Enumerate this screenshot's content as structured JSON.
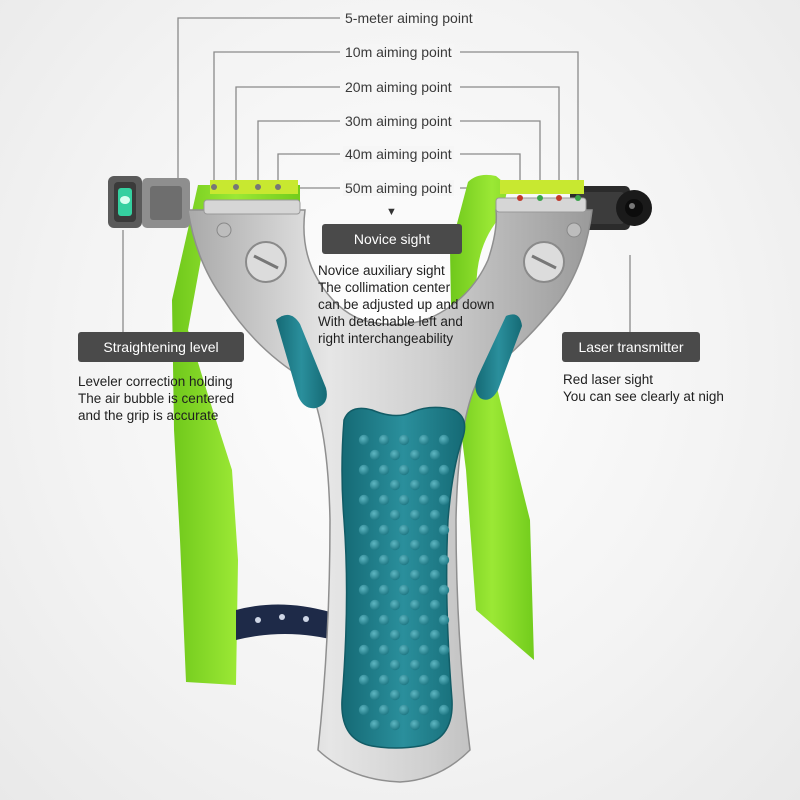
{
  "aiming_labels": [
    "5-meter aiming point",
    "10m aiming point",
    "20m aiming point",
    "30m aiming point",
    "40m aiming point",
    "50m aiming point"
  ],
  "callouts": {
    "novice": {
      "title": "Novice sight",
      "text": "Novice auxiliary sight\nThe collimation center\ncan be adjusted up and down\nWith detachable left and\nright interchangeability"
    },
    "level": {
      "title": "Straightening level",
      "text": "Leveler correction holding\nThe air bubble is centered\nand the grip is accurate"
    },
    "laser": {
      "title": "Laser transmitter",
      "text": "Red laser sight\nYou can see clearly at nigh"
    }
  },
  "colors": {
    "band_green": "#8fe027",
    "grip_teal": "#1f7f8c",
    "frame_silver": "#c9c9c9",
    "label_pill": "#4a4a4a"
  }
}
